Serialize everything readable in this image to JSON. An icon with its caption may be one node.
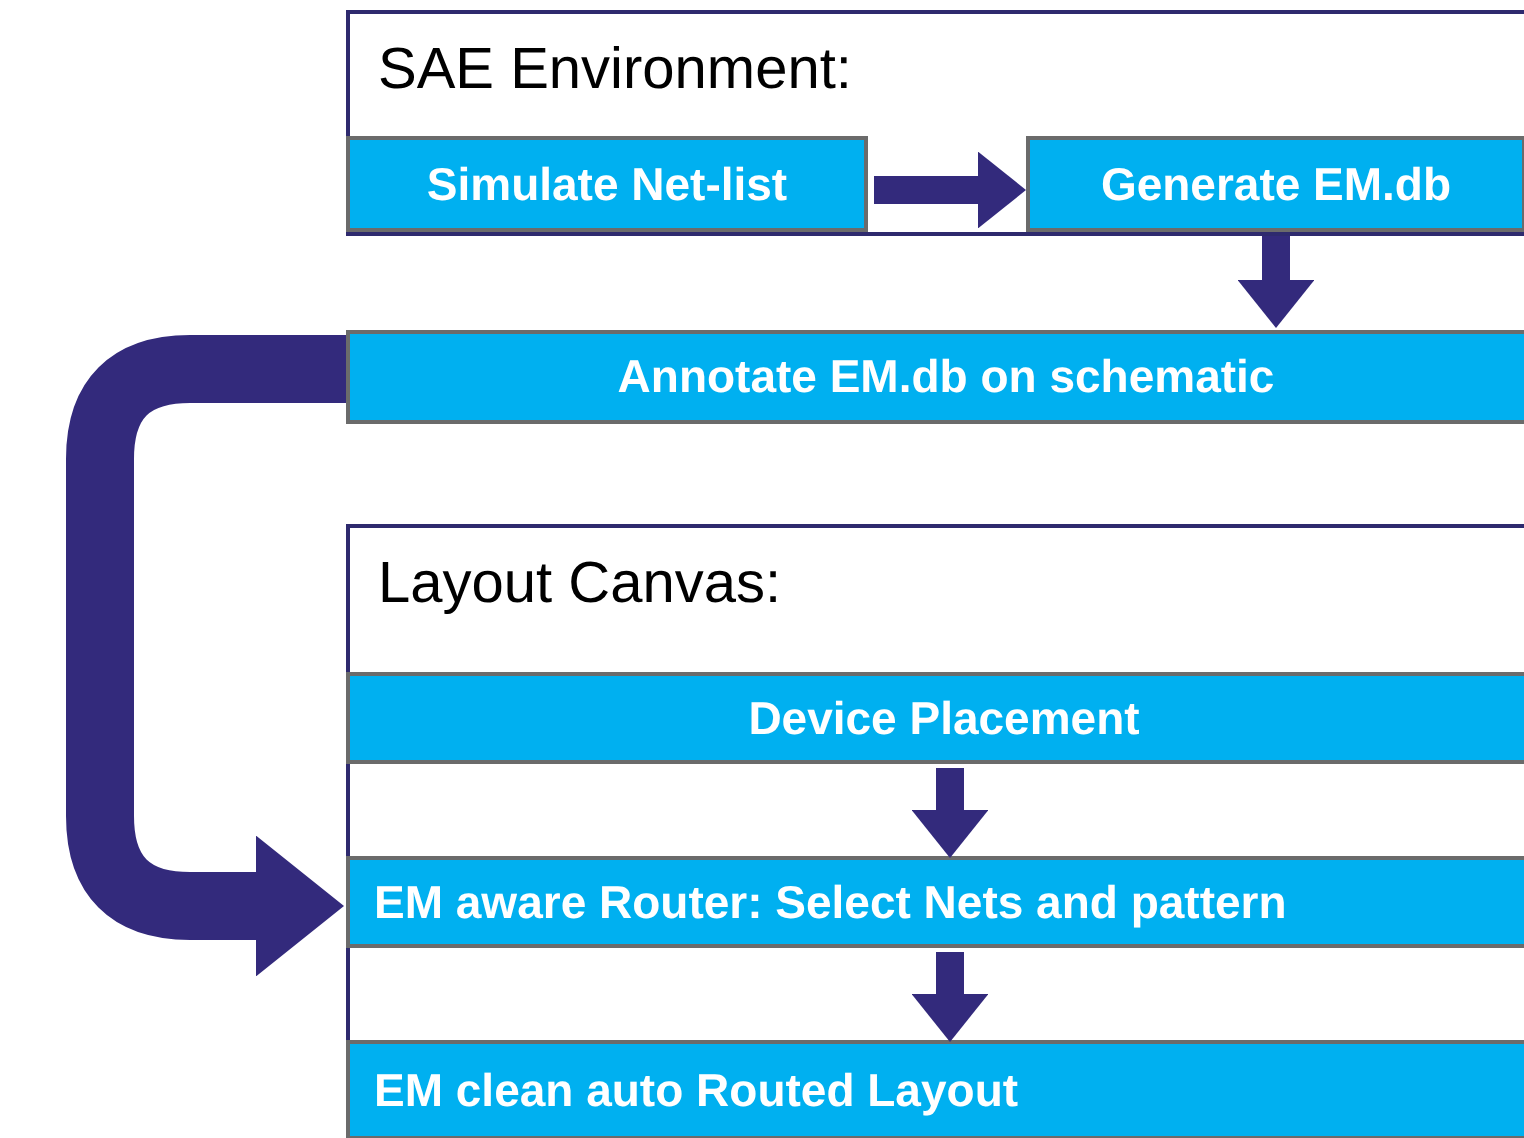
{
  "diagram": {
    "nodes": [
      {
        "text": [
          "SAE Environment:"
        ]
      },
      {
        "text": [
          "Simulate Net-list"
        ],
        "in": 0
      },
      {
        "text": [
          "Generate EM.db"
        ],
        "in": 0
      },
      {
        "text": [
          "Annotate EM.db on schematic"
        ]
      },
      {
        "text": [
          "Layout Canvas:"
        ]
      },
      {
        "text": [
          "Device Placement"
        ],
        "in": 4
      },
      {
        "text": [
          "EM aware Router: Select Nets and pattern"
        ],
        "in": 4
      },
      {
        "text": [
          "EM clean auto Routed Layout"
        ],
        "in": 4
      }
    ],
    "edges": [
      {
        "from": 1,
        "to": 2,
        "arrow": "to"
      },
      {
        "from": 2,
        "to": 3,
        "arrow": "to"
      },
      {
        "from": 3,
        "to": 6,
        "arrow": "to",
        "style": "thick"
      },
      {
        "from": 5,
        "to": 6,
        "arrow": "to"
      },
      {
        "from": 6,
        "to": 7,
        "arrow": "to"
      }
    ]
  }
}
